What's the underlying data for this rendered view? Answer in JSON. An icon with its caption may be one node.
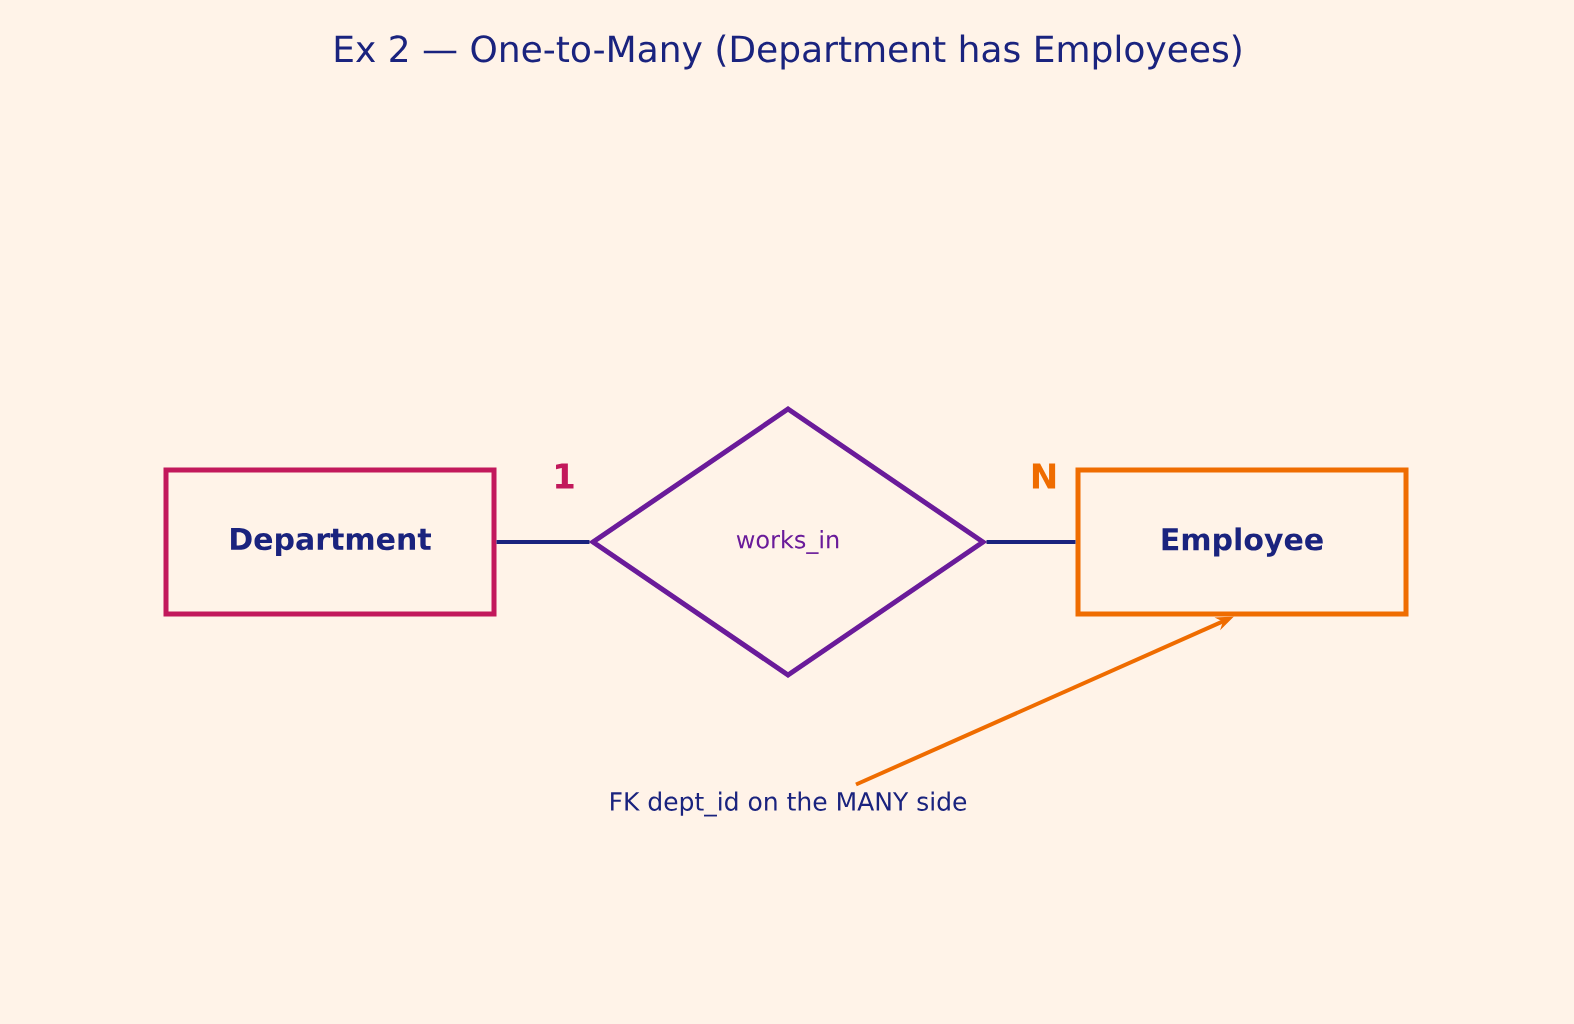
{
  "diagram": {
    "title": "Ex 2 — One-to-Many (Department has Employees)",
    "nodes": [
      {
        "text": [
          "Department"
        ]
      },
      {
        "text": [
          "works_in"
        ]
      },
      {
        "text": [
          "Employee"
        ]
      },
      {
        "text": [
          "FK dept_id on the MANY side"
        ]
      }
    ],
    "edges": [
      {
        "from": 0,
        "to": 1,
        "arrow": "none"
      },
      {
        "from": 1,
        "to": 2,
        "arrow": "none"
      },
      {
        "from": 3,
        "to": 2,
        "arrow": "to",
        "color": "#ef6c00"
      }
    ],
    "labels": [
      "1",
      "N"
    ]
  }
}
